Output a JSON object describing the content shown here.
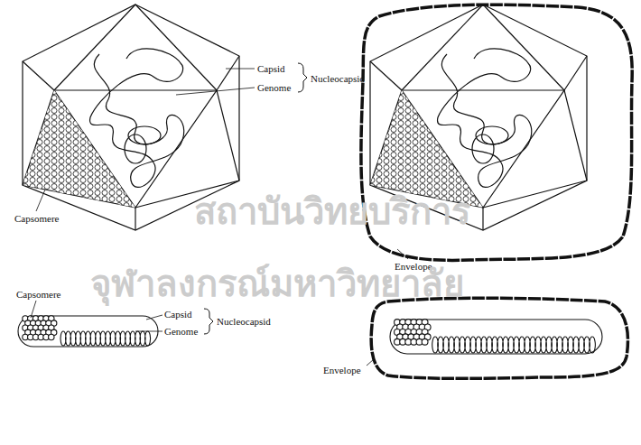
{
  "diagram": {
    "labels": [
      "Capsid",
      "Genome",
      "Nucleocapsid",
      "Capsomere",
      "Envelope",
      "Capsomere",
      "Capsid",
      "Genome",
      "Nucleocapsid",
      "Envelope",
      "สถาบันวิทยบริการ",
      "จุฬาลงกรณ์มหาวิทยาลัย"
    ]
  }
}
